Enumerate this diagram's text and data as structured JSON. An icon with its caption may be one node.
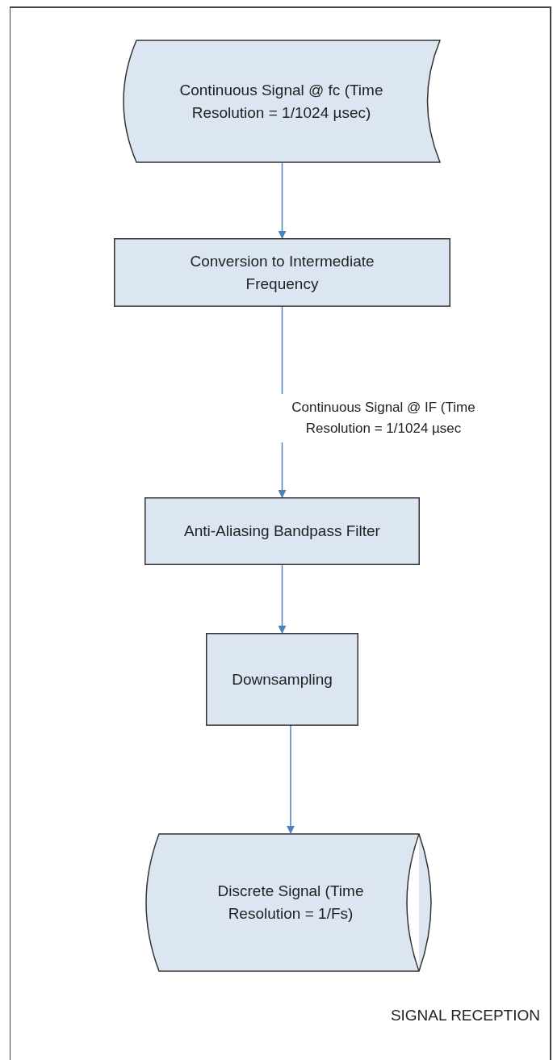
{
  "diagram": {
    "nodes": [
      {
        "text": [
          "SIGNAL RECEPTION"
        ]
      },
      {
        "text": [
          "Continuous Signal @ fc (Time Resolution = 1/1024 µsec)"
        ],
        "in": 0
      },
      {
        "text": [
          "Conversion to Intermediate Frequency"
        ],
        "in": 0
      },
      {
        "text": [
          "Anti-Aliasing Bandpass Filter"
        ],
        "in": 0
      },
      {
        "text": [
          "Downsampling"
        ],
        "in": 0
      },
      {
        "text": [
          "Discrete Signal (Time Resolution = 1/Fs)"
        ],
        "in": 0
      }
    ],
    "edges": [
      {
        "from": 1,
        "to": 2,
        "arrow": "to"
      },
      {
        "from": 2,
        "to": 3,
        "arrow": "to",
        "label": "Continuous Signal @ IF (Time Resolution = 1/1024 µsec"
      },
      {
        "from": 3,
        "to": 4,
        "arrow": "to"
      },
      {
        "from": 4,
        "to": 5,
        "arrow": "to"
      }
    ]
  }
}
